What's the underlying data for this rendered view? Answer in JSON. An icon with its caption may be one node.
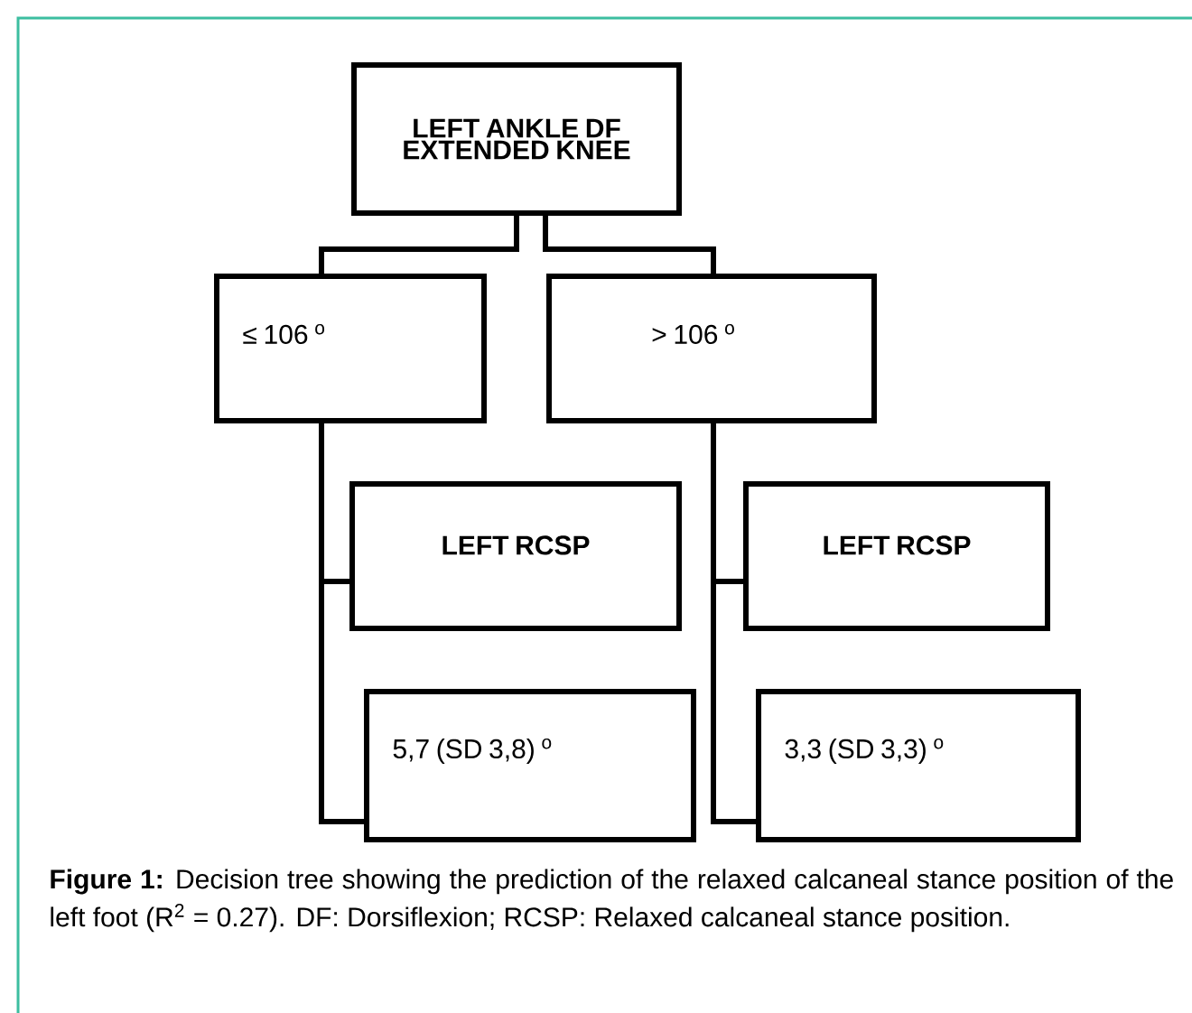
{
  "diagram": {
    "caption": "**Figure 1:** Decision tree showing the prediction of the relaxed calcaneal stance position of the left foot (R$^{2}$ = 0.27). DF: Dorsiflexion; RCSP: Relaxed calcaneal stance position.",
    "nodes": [
      {
        "text": [
          "LEFT ANKLE DF EXTENDED KNEE"
        ]
      },
      {
        "text": [
          "≤ 106 $^{o}$"
        ]
      },
      {
        "text": [
          "> 106 $^{o}$"
        ]
      },
      {
        "text": [
          "LEFT RCSP"
        ]
      },
      {
        "text": [
          "5,7 (SD 3,8) $^{o}$"
        ]
      },
      {
        "text": [
          "LEFT RCSP"
        ]
      },
      {
        "text": [
          "3,3 (SD 3,3) $^{o}$"
        ]
      }
    ],
    "edges": [
      {
        "from": 0,
        "to": 1,
        "arrow": "none"
      },
      {
        "from": 0,
        "to": 2,
        "arrow": "none"
      },
      {
        "from": 1,
        "to": 3,
        "arrow": "none"
      },
      {
        "from": 1,
        "to": 4,
        "arrow": "none"
      },
      {
        "from": 2,
        "to": 5,
        "arrow": "none"
      },
      {
        "from": 2,
        "to": 6,
        "arrow": "none"
      }
    ]
  }
}
